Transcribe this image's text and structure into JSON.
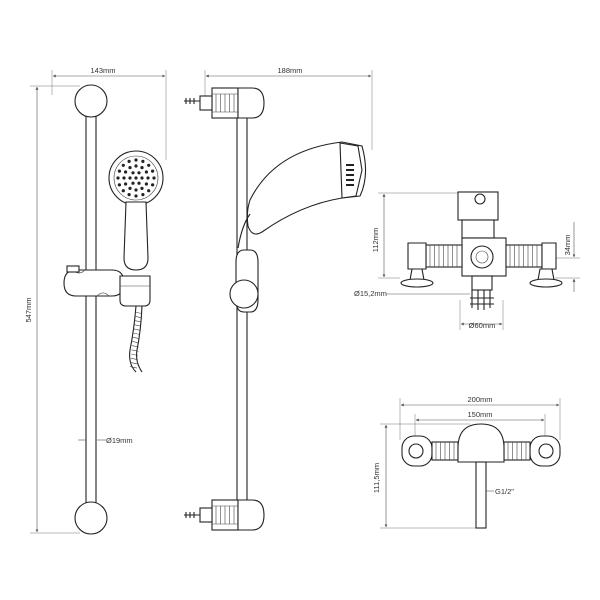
{
  "dimensions": {
    "kit_width": "143mm",
    "kit_depth": "188mm",
    "rail_height": "547mm",
    "rail_diameter": "Ø19mm",
    "valve_height": "112mm",
    "outlet_height": "34mm",
    "inlet_diameter": "Ø15,2mm",
    "body_diameter": "Ø60mm",
    "overall_width": "200mm",
    "centres": "150mm",
    "valve_depth": "111,5mm",
    "thread": "G1/2\""
  }
}
